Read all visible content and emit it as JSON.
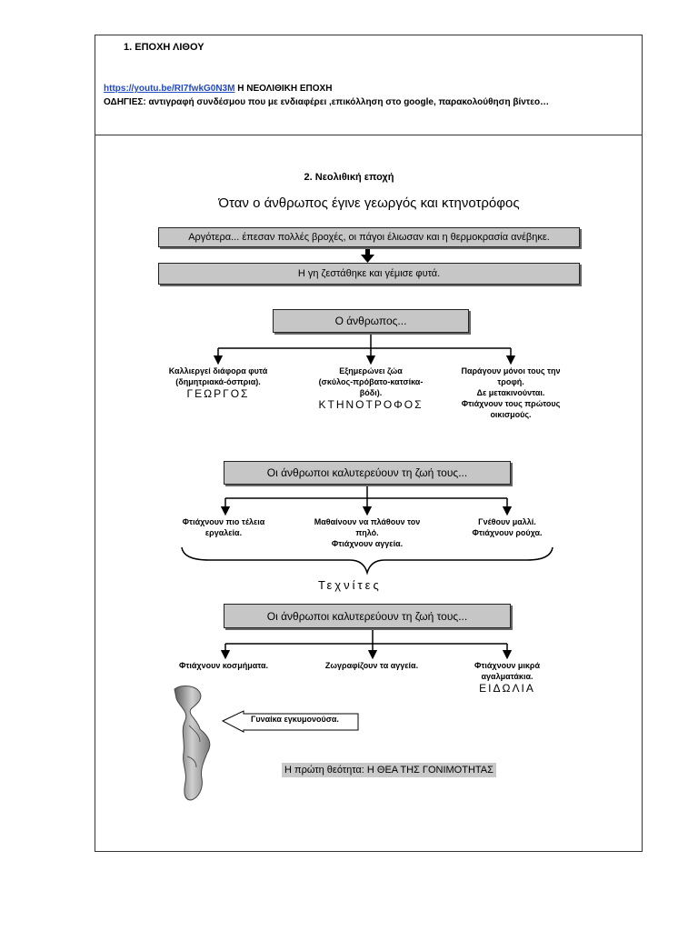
{
  "section1": {
    "heading": "1.   ΕΠΟΧΗ ΛΙΘΟΥ",
    "link_text": "https://youtu.be/RI7fwkG0N3M",
    "link_caption": " Η ΝΕΟΛΙΘΙΚΗ ΕΠΟΧΗ",
    "instructions": "ΟΔΗΓΙΕΣ:  αντιγραφή συνδέσμου που με ενδιαφέρει ,επικόλληση στο google, παρακολούθηση βίντεο…"
  },
  "section2": {
    "heading": "2.  Νεολιθική εποχή",
    "headline": "Όταν ο άνθρωπος έγινε γεωργός και κτηνοτρόφος",
    "box1": "Αργότερα... έπεσαν πολλές βροχές, οι πάγοι έλιωσαν και η θερμοκρασία ανέβηκε.",
    "box2": "Η γη ζεστάθηκε και γέμισε φυτά.",
    "box3": "Ο άνθρωπος...",
    "tier1": [
      {
        "lines": [
          "Καλλιεργεί διάφορα φυτά",
          "(δημητριακά-όσπρια)."
        ],
        "big": "ΓΕΩΡΓΟΣ"
      },
      {
        "lines": [
          "Εξημερώνει ζώα",
          "(σκύλος-πρόβατο-κατσίκα-",
          "βόδι)."
        ],
        "big": "ΚΤΗΝΟΤΡΟΦΟΣ"
      },
      {
        "lines": [
          "Παράγουν μόνοι τους την",
          "τροφή.",
          "Δε μετακινούνται.",
          "Φτιάχνουν τους πρώτους",
          "οικισμούς."
        ],
        "big": ""
      }
    ],
    "box4": "Οι άνθρωποι καλυτερεύουν τη ζωή τους...",
    "tier2": [
      {
        "lines": [
          "Φτιάχνουν πιο τέλεια",
          "εργαλεία."
        ]
      },
      {
        "lines": [
          "Μαθαίνουν να πλάθουν τον",
          "πηλό.",
          "Φτιάχνουν αγγεία."
        ]
      },
      {
        "lines": [
          "Γνέθουν μαλλί.",
          "Φτιάχνουν ρούχα."
        ]
      }
    ],
    "craftsmen": "Τεχνίτες",
    "box5": "Οι άνθρωποι καλυτερεύουν τη ζωή τους...",
    "tier3": [
      {
        "lines": [
          "Φτιάχνουν κοσμήματα."
        ],
        "big": ""
      },
      {
        "lines": [
          "Ζωγραφίζουν τα αγγεία."
        ],
        "big": ""
      },
      {
        "lines": [
          "Φτιάχνουν μικρά",
          "αγαλματάκια."
        ],
        "big": "ΕΙΔΩΛΙΑ"
      }
    ],
    "callout": "Γυναίκα εγκυμονούσα.",
    "caption": "Η πρώτη θεότητα: Η ΘΕΑ ΤΗΣ ΓΟΝΙΜΟΤΗΤΑΣ"
  }
}
